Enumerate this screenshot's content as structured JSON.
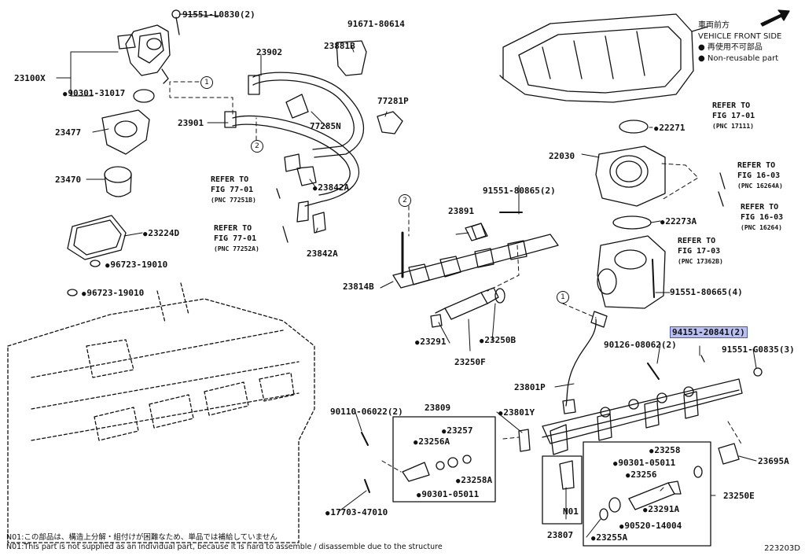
{
  "legend": {
    "front_jp": "車両前方",
    "front_en": "VEHICLE FRONT SIDE",
    "nonreuse_jp": "● 再使用不可部品",
    "nonreuse_en": "● Non-reusable part"
  },
  "parts": {
    "p91551_L0830": "91551-L0830(2)",
    "p91671_80614": "91671-80614",
    "p23100X": "23100X",
    "p90301_31017": "90301-31017",
    "p23881B": "23881B",
    "p23902": "23902",
    "p77281P": "77281P",
    "p23901": "23901",
    "p77285N": "77285N",
    "p23477": "23477",
    "p23470": "23470",
    "p23842A_1": "23842A",
    "p23842A_2": "23842A",
    "p23224D": "23224D",
    "p96723_19010_a": "96723-19010",
    "p96723_19010_b": "96723-19010",
    "p91551_80865": "91551-80865(2)",
    "p23891": "23891",
    "p23814B": "23814B",
    "p23291": "23291",
    "p23250B": "23250B",
    "p23250F": "23250F",
    "p22271": "22271",
    "p22030": "22030",
    "p22273A": "22273A",
    "p91551_80665": "91551-80665(4)",
    "p94151_20841": "94151-20841(2)",
    "p90126_08062": "90126-08062(2)",
    "p91551_G0835": "91551-G0835(3)",
    "p23801P": "23801P",
    "p23809": "23809",
    "p23801Y": "23801Y",
    "p90110_06022": "90110-06022(2)",
    "p23257": "23257",
    "p23256A": "23256A",
    "p23258A": "23258A",
    "p90301_05011_a": "90301-05011",
    "p17703_47010": "17703-47010",
    "p23258": "23258",
    "p90301_05011_b": "90301-05011",
    "p23256": "23256",
    "p23695A": "23695A",
    "p23250E": "23250E",
    "p23291A": "23291A",
    "p90520_14004": "90520-14004",
    "p23255A": "23255A",
    "pN01": "N01",
    "p23807": "23807"
  },
  "refs": {
    "r1": {
      "l1": "REFER TO",
      "l2": "FIG 77-01",
      "pnc": "(PNC 77251B)"
    },
    "r2": {
      "l1": "REFER TO",
      "l2": "FIG 77-01",
      "pnc": "(PNC 77252A)"
    },
    "r3": {
      "l1": "REFER TO",
      "l2": "FIG 17-01",
      "pnc": "(PNC 17111)"
    },
    "r4": {
      "l1": "REFER TO",
      "l2": "FIG 16-03",
      "pnc": "(PNC 16264A)"
    },
    "r5": {
      "l1": "REFER TO",
      "l2": "FIG 16-03",
      "pnc": "(PNC 16264)"
    },
    "r6": {
      "l1": "REFER TO",
      "l2": "FIG 17-03",
      "pnc": "(PNC 17362B)"
    }
  },
  "callouts": {
    "c1": "1",
    "c2": "2"
  },
  "notes": {
    "jp": "N01:この部品は、構造上分解・組付けが困難なため、単品では補給していません",
    "en": "N01:This part is not supplied as an individual part, because it is hard to assemble / disassemble due to the structure"
  },
  "figure_id": "223203D",
  "colors": {
    "highlight_bg": "#b9bff0",
    "highlight_border": "#4a55c8",
    "ink": "#111111"
  }
}
